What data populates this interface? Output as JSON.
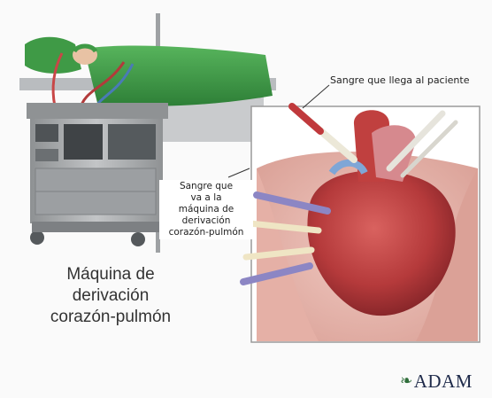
{
  "labels": {
    "blood_to_patient": "Sangre que llega al paciente",
    "blood_to_machine": [
      "Sangre que",
      "va a la",
      "máquina de",
      "derivación",
      "corazón-pulmón"
    ],
    "machine": [
      "Máquina de",
      "derivación",
      "corazón-pulmón"
    ]
  },
  "logo": {
    "mark": "❧",
    "text": "ADAM"
  },
  "colors": {
    "drape_green": "#3f9a46",
    "machine_gray": "#a9abad",
    "heart_red": "#b8393c",
    "tissue_pink": "#e7b5ad",
    "logo_navy": "#1e2a4a"
  }
}
